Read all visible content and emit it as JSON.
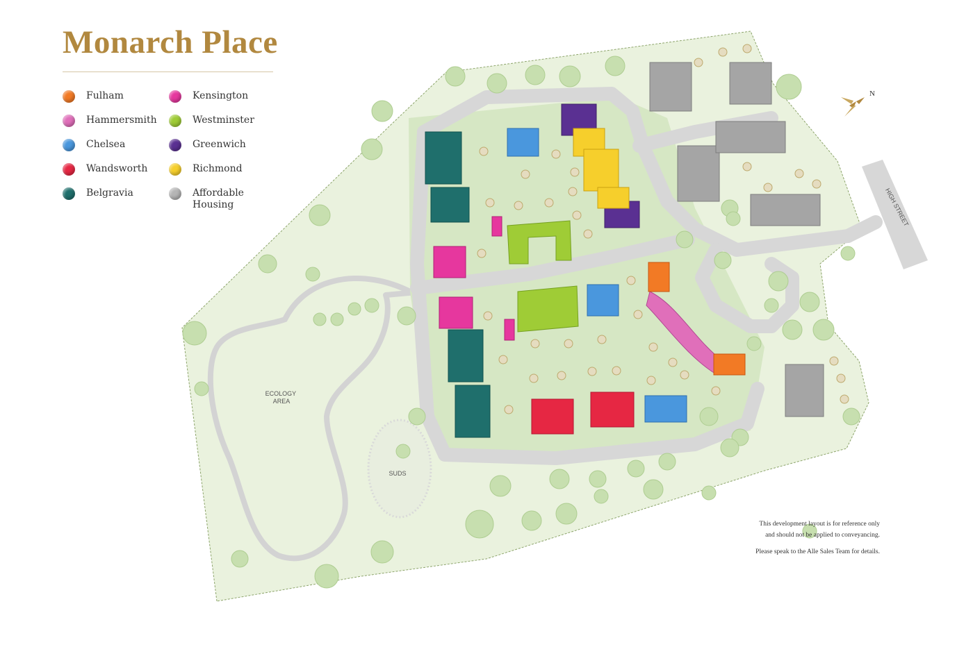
{
  "title": "Monarch Place",
  "legend": [
    {
      "label": "Fulham",
      "color": "#f27a25"
    },
    {
      "label": "Hammersmith",
      "color": "#e06fba"
    },
    {
      "label": "Chelsea",
      "color": "#4a97dd"
    },
    {
      "label": "Wandsworth",
      "color": "#e62743"
    },
    {
      "label": "Belgravia",
      "color": "#1f6f6c"
    },
    {
      "label": "Kensington",
      "color": "#e6379e"
    },
    {
      "label": "Westminster",
      "color": "#9fcc36"
    },
    {
      "label": "Greenwich",
      "color": "#5a3092"
    },
    {
      "label": "Richmond",
      "color": "#f6cf2c"
    },
    {
      "label": "Affordable\nHousing",
      "color": "#b5b5b5"
    }
  ],
  "map": {
    "ecology_area": "ECOLOGY\nAREA",
    "suds": "SUDS",
    "high_street": "HIGH STREET",
    "north": "N"
  },
  "disclaimer": {
    "line1": "This development layout is for reference only",
    "line2": "and should not be applied to conveyancing.",
    "line3": "Please speak to the Alle Sales Team for details."
  }
}
